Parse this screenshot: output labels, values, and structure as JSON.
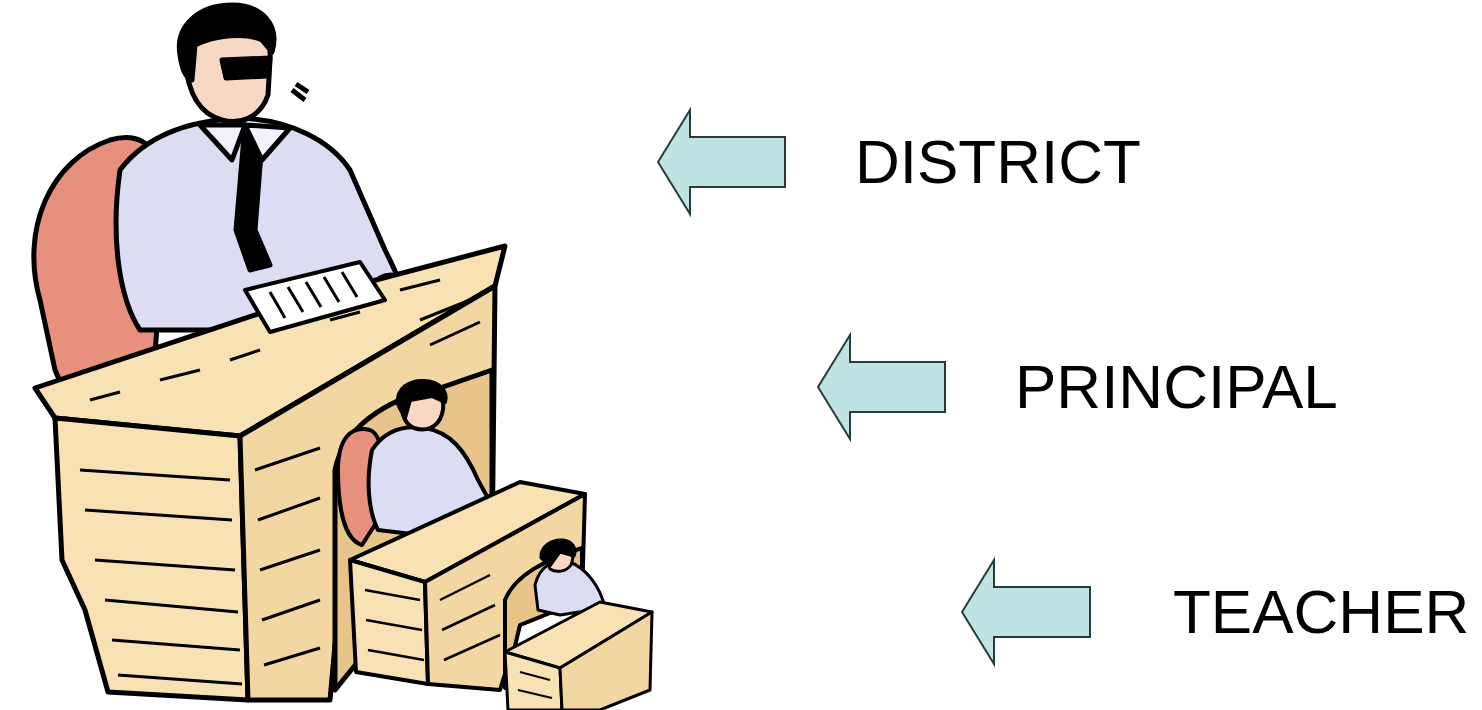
{
  "diagram": {
    "labels": [
      "DISTRICT",
      "PRINCIPAL",
      "TEACHER"
    ]
  }
}
